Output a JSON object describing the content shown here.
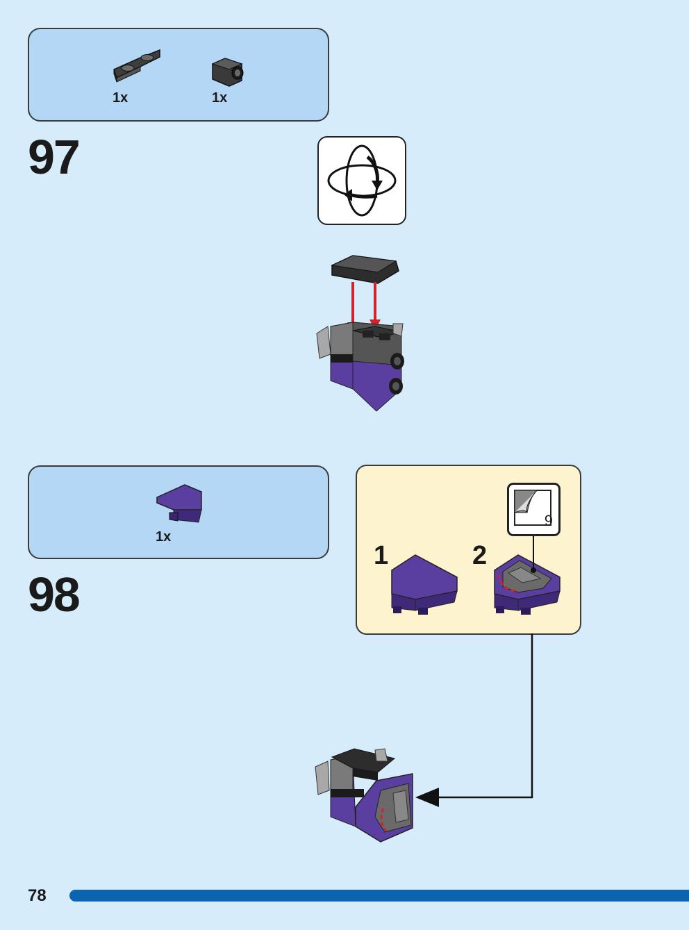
{
  "step97": {
    "number": "97",
    "parts": [
      {
        "qty": "1x",
        "icon": "dark-gray-inverted-slope-2x1-icon"
      },
      {
        "qty": "1x",
        "icon": "dark-gray-bracket-with-pin-hole-icon"
      }
    ],
    "rotate_icon": "rotate-model-icon"
  },
  "step98": {
    "number": "98",
    "parts": [
      {
        "qty": "1x",
        "icon": "purple-curved-wedge-icon"
      }
    ],
    "substeps": [
      {
        "label": "1"
      },
      {
        "label": "2",
        "sticker": "9"
      }
    ]
  },
  "page": {
    "number": "78"
  },
  "colors": {
    "background": "#d6ecfb",
    "parts_box": "#b3d7f5",
    "substep_box": "#fdf4cf",
    "page_bar": "#0b64b0",
    "purple": "#5b3fa0",
    "dark_gray": "#4a4a4a",
    "arrow_red": "#d2232a"
  }
}
